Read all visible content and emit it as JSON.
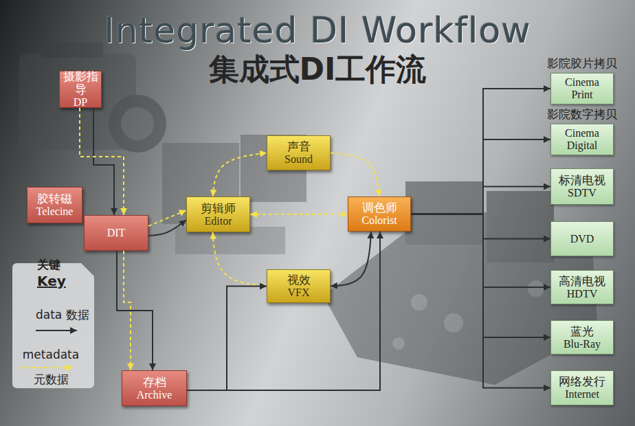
{
  "diagram": {
    "title": "Integrated DI Workflow",
    "nodes": [
      {
        "text": [
          "摄影指导",
          "DP"
        ]
      },
      {
        "text": [
          "胶转磁",
          "Telecine"
        ]
      },
      {
        "text": [
          "DIT"
        ]
      },
      {
        "text": [
          "剪辑师",
          "Editor"
        ]
      },
      {
        "text": [
          "声音",
          "Sound"
        ]
      },
      {
        "text": [
          "调色师",
          "Colorist"
        ]
      },
      {
        "text": [
          "视效",
          "VFX"
        ]
      },
      {
        "text": [
          "存档",
          "Archive"
        ]
      },
      {
        "text": [
          "影院胶片拷贝",
          "Cinema Print"
        ]
      },
      {
        "text": [
          "影院数字拷贝",
          "Cinema Digital"
        ]
      },
      {
        "text": [
          "标清电视",
          "SDTV"
        ]
      },
      {
        "text": [
          "DVD"
        ]
      },
      {
        "text": [
          "高清电视",
          "HDTV"
        ]
      },
      {
        "text": [
          "蓝光",
          "Blu-Ray"
        ]
      },
      {
        "text": [
          "网络发行",
          "Internet"
        ]
      }
    ],
    "edges": [
      {
        "from": 0,
        "to": 2,
        "arrow": "to"
      },
      {
        "from": 0,
        "to": 2,
        "arrow": "to"
      },
      {
        "from": 2,
        "to": 3,
        "arrow": "to"
      },
      {
        "from": 2,
        "to": 3,
        "arrow": "to"
      },
      {
        "from": 2,
        "to": 7,
        "arrow": "to"
      },
      {
        "from": 2,
        "to": 7,
        "arrow": "to"
      },
      {
        "from": 3,
        "to": 4,
        "arrow": "both"
      },
      {
        "from": 4,
        "to": 5,
        "arrow": "to"
      },
      {
        "from": 3,
        "to": 5,
        "arrow": "both"
      },
      {
        "from": 3,
        "to": 6,
        "arrow": "both"
      },
      {
        "from": 7,
        "to": 6,
        "arrow": "to"
      },
      {
        "from": 7,
        "to": 5,
        "arrow": "to"
      },
      {
        "from": 6,
        "to": 5,
        "arrow": "both"
      },
      {
        "from": 5,
        "to": 8,
        "arrow": "to"
      },
      {
        "from": 5,
        "to": 9,
        "arrow": "to"
      },
      {
        "from": 5,
        "to": 10,
        "arrow": "to"
      },
      {
        "from": 5,
        "to": 11,
        "arrow": "to"
      },
      {
        "from": 5,
        "to": 12,
        "arrow": "to"
      },
      {
        "from": 5,
        "to": 13,
        "arrow": "to"
      },
      {
        "from": 5,
        "to": 14,
        "arrow": "to"
      }
    ],
    "labels": [
      "集成式DI工作流",
      "关键",
      "Key"
    ],
    "legend": [
      {
        "text": "data 数据"
      },
      {
        "text": "metadata 元数据"
      }
    ]
  }
}
